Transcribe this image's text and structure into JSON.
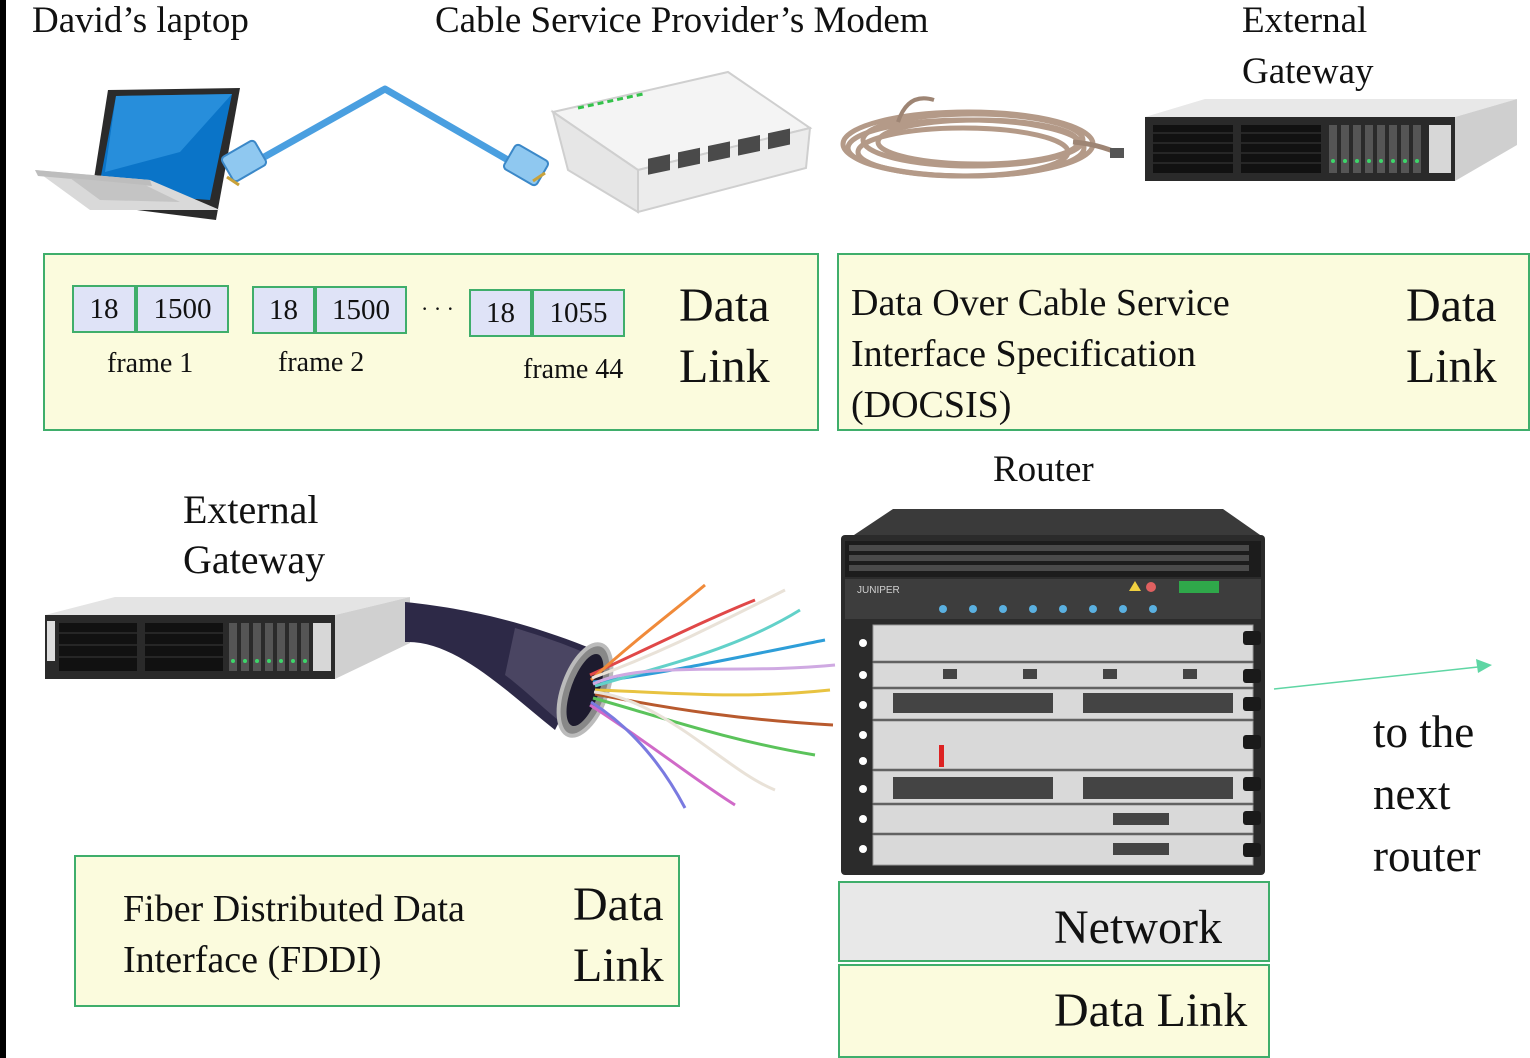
{
  "top": {
    "laptop_label": "David’s laptop",
    "modem_label": "Cable Service Provider’s Modem",
    "gateway_label_line1": "External",
    "gateway_label_line2": "Gateway"
  },
  "frames_box": {
    "frames": [
      {
        "header": "18",
        "payload": "1500",
        "name": "frame 1"
      },
      {
        "header": "18",
        "payload": "1500",
        "name": "frame 2"
      },
      {
        "header": "18",
        "payload": "1055",
        "name": "frame 44"
      }
    ],
    "ellipsis": "· · ·",
    "layer_line1": "Data",
    "layer_line2": "Link"
  },
  "docsis_box": {
    "line1": "Data Over Cable Service",
    "line2": "Interface Specification",
    "line3": "(DOCSIS)",
    "layer_line1": "Data",
    "layer_line2": "Link"
  },
  "middle": {
    "router_label": "Router",
    "gateway_label_line1": "External",
    "gateway_label_line2": "Gateway",
    "router_brand": "JUNIPER",
    "next_line1": "to the",
    "next_line2": "next",
    "next_line3": "router"
  },
  "fddi_box": {
    "line1": "Fiber Distributed Data",
    "line2": "Interface (FDDI)",
    "layer_line1": "Data",
    "layer_line2": "Link"
  },
  "router_stack": {
    "network_label": "Network",
    "datalink_label": "Data Link"
  },
  "colors": {
    "box_fill": "#fbfbdd",
    "box_border": "#3fae6b",
    "field_fill": "#dfe3f7",
    "network_fill": "#e8e8e8",
    "arrow": "#5fd6a4"
  }
}
